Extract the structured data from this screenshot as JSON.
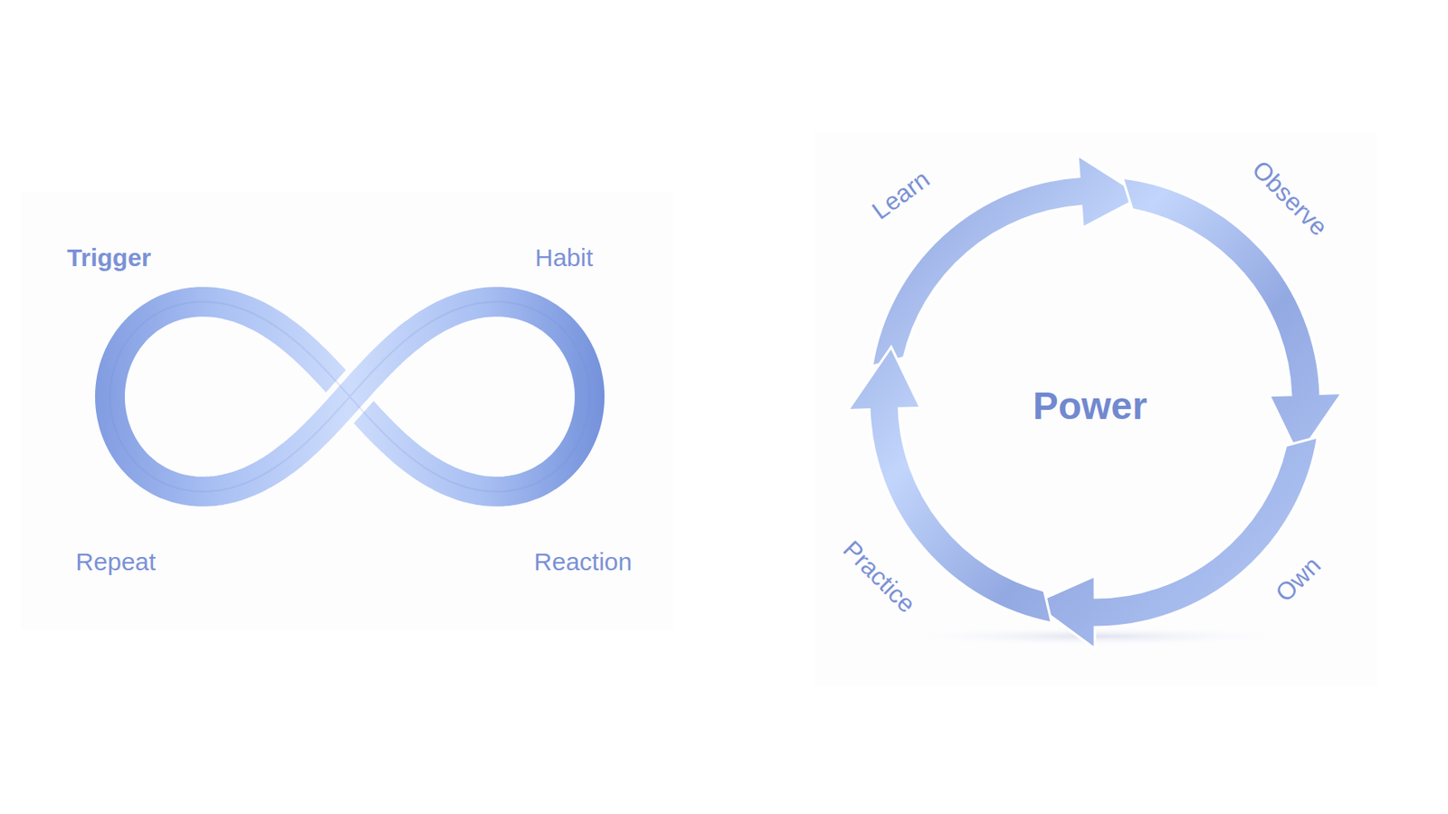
{
  "diagram": {
    "labels": [
      "Trigger",
      "Habit",
      "Repeat",
      "Reaction",
      "Learn",
      "Observe",
      "Own",
      "Practice",
      "Power"
    ]
  }
}
